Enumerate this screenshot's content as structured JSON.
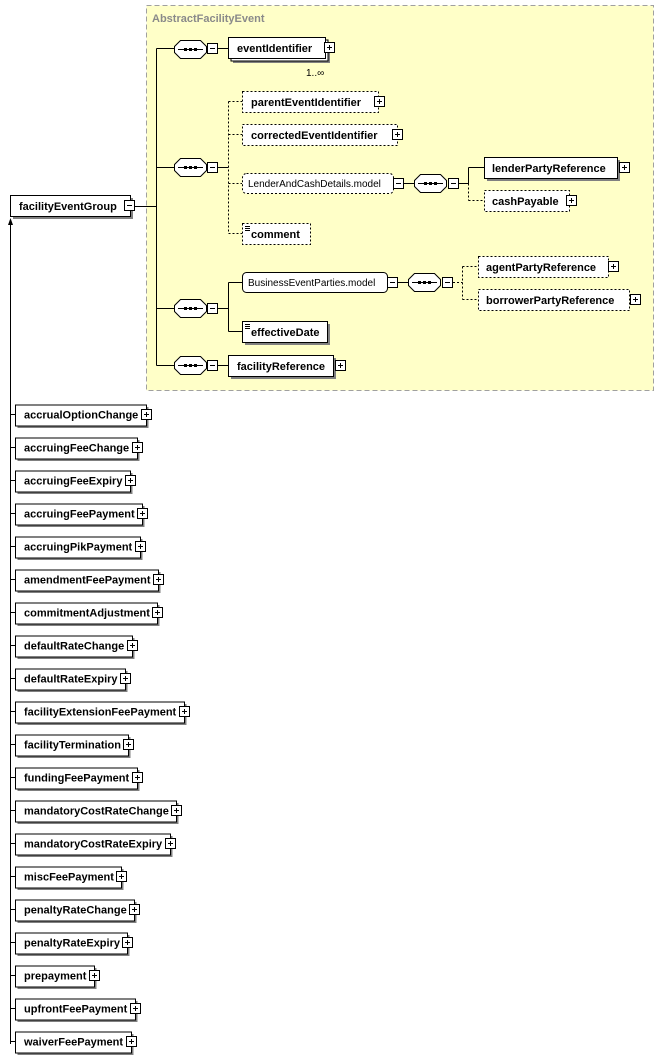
{
  "diagram": {
    "root": {
      "label": "facilityEventGroup"
    },
    "abstract_group": {
      "title": "AbstractFacilityEvent",
      "elements": {
        "event_identifier": {
          "label": "eventIdentifier",
          "occurrence": "1..∞"
        },
        "parent_event_identifier": {
          "label": "parentEventIdentifier"
        },
        "corrected_event_identifier": {
          "label": "correctedEventIdentifier"
        },
        "lender_cash_model": {
          "label": "LenderAndCashDetails.model"
        },
        "lender_party_reference": {
          "label": "lenderPartyReference"
        },
        "cash_payable": {
          "label": "cashPayable"
        },
        "comment": {
          "label": "comment"
        },
        "business_parties_model": {
          "label": "BusinessEventParties.model"
        },
        "agent_party_reference": {
          "label": "agentPartyReference"
        },
        "borrower_party_reference": {
          "label": "borrowerPartyReference"
        },
        "effective_date": {
          "label": "effectiveDate"
        },
        "facility_reference": {
          "label": "facilityReference"
        }
      }
    },
    "substitutions": [
      "accrualOptionChange",
      "accruingFeeChange",
      "accruingFeeExpiry",
      "accruingFeePayment",
      "accruingPikPayment",
      "amendmentFeePayment",
      "commitmentAdjustment",
      "defaultRateChange",
      "defaultRateExpiry",
      "facilityExtensionFeePayment",
      "facilityTermination",
      "fundingFeePayment",
      "mandatoryCostRateChange",
      "mandatoryCostRateExpiry",
      "miscFeePayment",
      "penaltyRateChange",
      "penaltyRateExpiry",
      "prepayment",
      "upfrontFeePayment",
      "waiverFeePayment"
    ],
    "colors": {
      "group_fill": "#ffffc8",
      "group_border": "#a0a0a0",
      "box_fill": "#ffffff",
      "shadow": "#808080"
    }
  }
}
